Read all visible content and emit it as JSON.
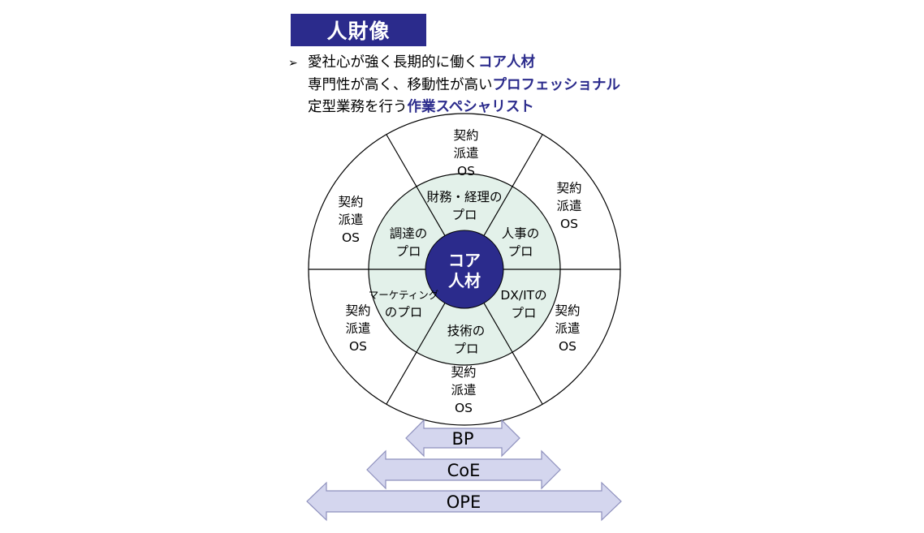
{
  "title": "人財像",
  "bullets": {
    "mark": "➢",
    "line1": {
      "plain": "愛社心が強く長期的に働く",
      "strong": "コア人材"
    },
    "line2": {
      "plain": "専門性が高く、移動性が高い",
      "strong": "プロフェッショナル"
    },
    "line3": {
      "plain": "定型業務を行う",
      "strong": "作業スペシャリスト"
    }
  },
  "diagram": {
    "core": {
      "line1": "コア",
      "line2": "人材"
    },
    "inner": [
      {
        "line1": "財務・経理の",
        "line2": "プロ"
      },
      {
        "line1": "人事の",
        "line2": "プロ"
      },
      {
        "line1": "DX/ITの",
        "line2": "プロ"
      },
      {
        "line1": "技術の",
        "line2": "プロ"
      },
      {
        "line1": "マーケティング",
        "line2": "のプロ"
      },
      {
        "line1": "調達の",
        "line2": "プロ"
      }
    ],
    "outer": [
      {
        "line1": "契約",
        "line2": "派遣",
        "line3": "OS"
      },
      {
        "line1": "契約",
        "line2": "派遣",
        "line3": "OS"
      },
      {
        "line1": "契約",
        "line2": "派遣",
        "line3": "OS"
      },
      {
        "line1": "契約",
        "line2": "派遣",
        "line3": "OS"
      },
      {
        "line1": "契約",
        "line2": "派遣",
        "line3": "OS"
      },
      {
        "line1": "契約",
        "line2": "派遣",
        "line3": "OS"
      }
    ]
  },
  "arrows": [
    {
      "label": "BP"
    },
    {
      "label": "CoE"
    },
    {
      "label": "OPE"
    }
  ],
  "colors": {
    "navy": "#2b2b8c",
    "inner_fill": "#e3f1ea",
    "arrow_fill": "#d4d6ee",
    "arrow_stroke": "#8e90bd"
  }
}
